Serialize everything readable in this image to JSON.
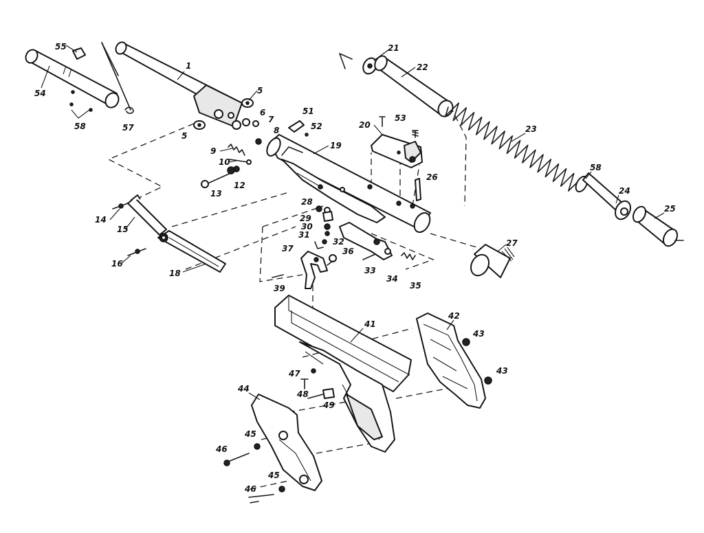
{
  "diagram": {
    "part_numbers": [
      "55",
      "54",
      "58",
      "57",
      "1",
      "5",
      "5",
      "6",
      "7",
      "8",
      "9",
      "10",
      "12",
      "13",
      "14",
      "15",
      "16",
      "18",
      "51",
      "52",
      "19",
      "20",
      "53",
      "21",
      "22",
      "23",
      "58",
      "24",
      "25",
      "26",
      "27",
      "28",
      "29",
      "30",
      "31",
      "32",
      "36",
      "37",
      "33",
      "34",
      "35",
      "39",
      "41",
      "42",
      "43",
      "43",
      "44",
      "45",
      "46",
      "45",
      "46",
      "47",
      "48",
      "49"
    ]
  }
}
